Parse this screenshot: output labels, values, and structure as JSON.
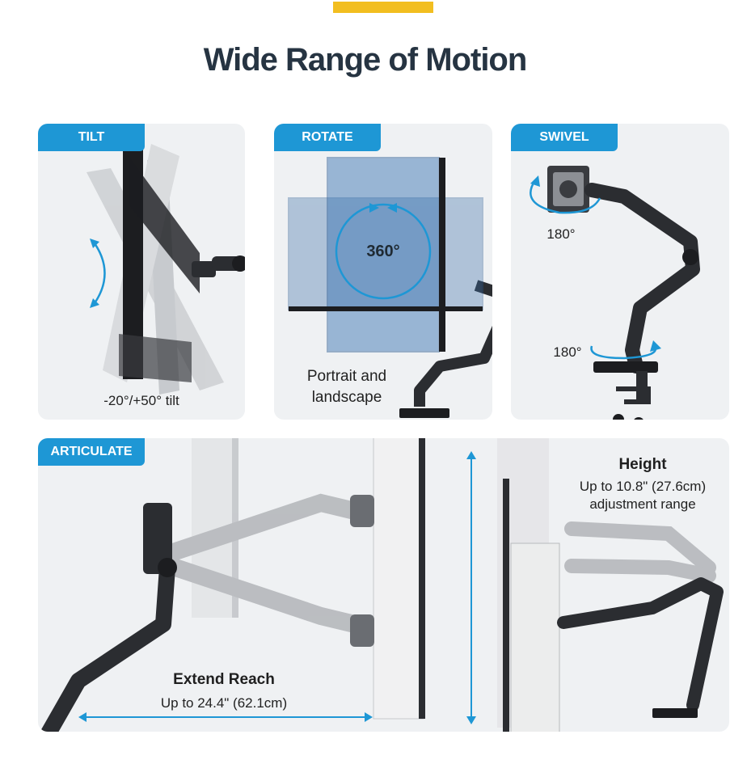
{
  "title": "Wide Range of Motion",
  "panels": {
    "tilt": {
      "tag": "TILT",
      "caption": "-20°/+50° tilt"
    },
    "rotate": {
      "tag": "ROTATE",
      "degrees": "360°",
      "caption_line1": "Portrait and",
      "caption_line2": "landscape"
    },
    "swivel": {
      "tag": "SWIVEL",
      "top_degrees": "180°",
      "bottom_degrees": "180°"
    },
    "articulate": {
      "tag": "ARTICULATE",
      "reach_title": "Extend Reach",
      "reach_value": "Up to 24.4\" (62.1cm)",
      "height_title": "Height",
      "height_line1": "Up to 10.8\" (27.6cm)",
      "height_line2": "adjustment range"
    }
  },
  "colors": {
    "accent": "#1e97d5",
    "title": "#263442",
    "highlight": "#f2be20",
    "panel_bg": "#eff1f3",
    "arm": "#2b2d31"
  }
}
